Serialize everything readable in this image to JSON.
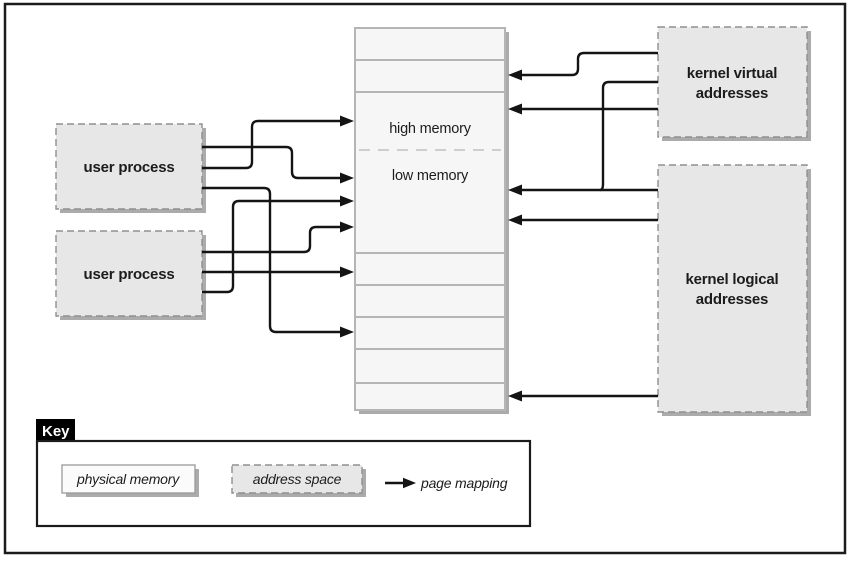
{
  "memory_map": {
    "high_label": "high memory",
    "low_label": "low memory"
  },
  "boxes": {
    "user_process_1": {
      "label": "user process"
    },
    "user_process_2": {
      "label": "user process"
    },
    "kernel_virtual": {
      "line1": "kernel virtual",
      "line2": "addresses"
    },
    "kernel_logical": {
      "line1": "kernel logical",
      "line2": "addresses"
    }
  },
  "key": {
    "title": "Key",
    "physical_memory_label": "physical memory",
    "address_space_label": "address space",
    "page_mapping_label": "page mapping"
  },
  "colors": {
    "box_fill": "#e7e7e7",
    "box_border": "#8f8f8f",
    "cell_fill": "#f6f6f6",
    "cell_border": "#b5b5b5",
    "shadow": "#ababab",
    "arrow": "#141414",
    "frame": "#1b1b1b",
    "key_tab_bg": "#000000",
    "key_tab_text": "#ffffff",
    "physical_memory_fill": "#fbfbfb"
  }
}
